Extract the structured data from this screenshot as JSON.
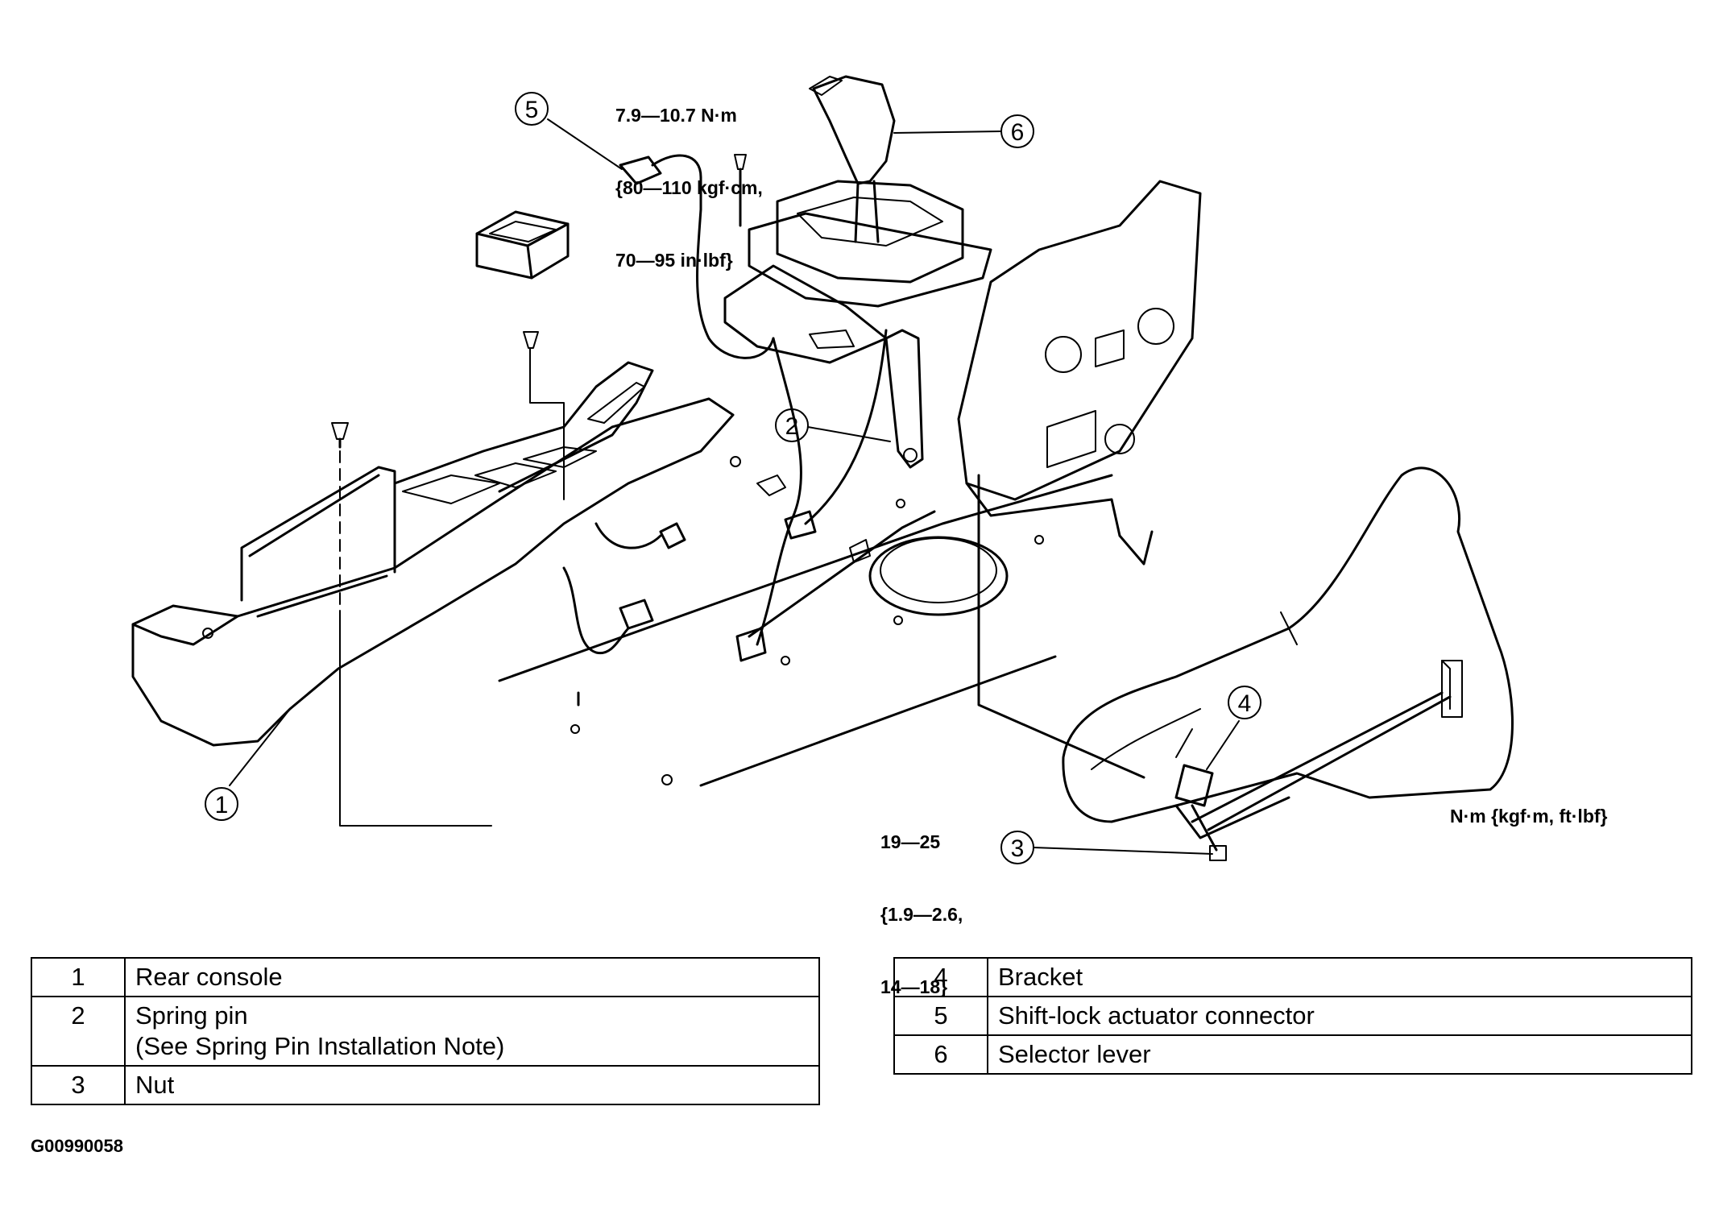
{
  "specs": {
    "selector_bolt": [
      "7.9—10.7 N·m",
      "{80—110 kgf·cm,",
      "70—95 in·lbf}"
    ],
    "nut": [
      "19—25",
      "{1.9—2.6,",
      "14—18}"
    ],
    "units": "N·m {kgf·m, ft·lbf}"
  },
  "callouts": [
    "1",
    "2",
    "3",
    "4",
    "5",
    "6"
  ],
  "legend": {
    "left": [
      {
        "num": "1",
        "lines": [
          "Rear console"
        ]
      },
      {
        "num": "2",
        "lines": [
          "Spring pin",
          "(See Spring Pin Installation Note)"
        ]
      },
      {
        "num": "3",
        "lines": [
          "Nut"
        ]
      }
    ],
    "right": [
      {
        "num": "4",
        "lines": [
          "Bracket"
        ]
      },
      {
        "num": "5",
        "lines": [
          "Shift-lock actuator connector"
        ]
      },
      {
        "num": "6",
        "lines": [
          "Selector lever"
        ]
      }
    ]
  },
  "figure_id": "G00990058"
}
